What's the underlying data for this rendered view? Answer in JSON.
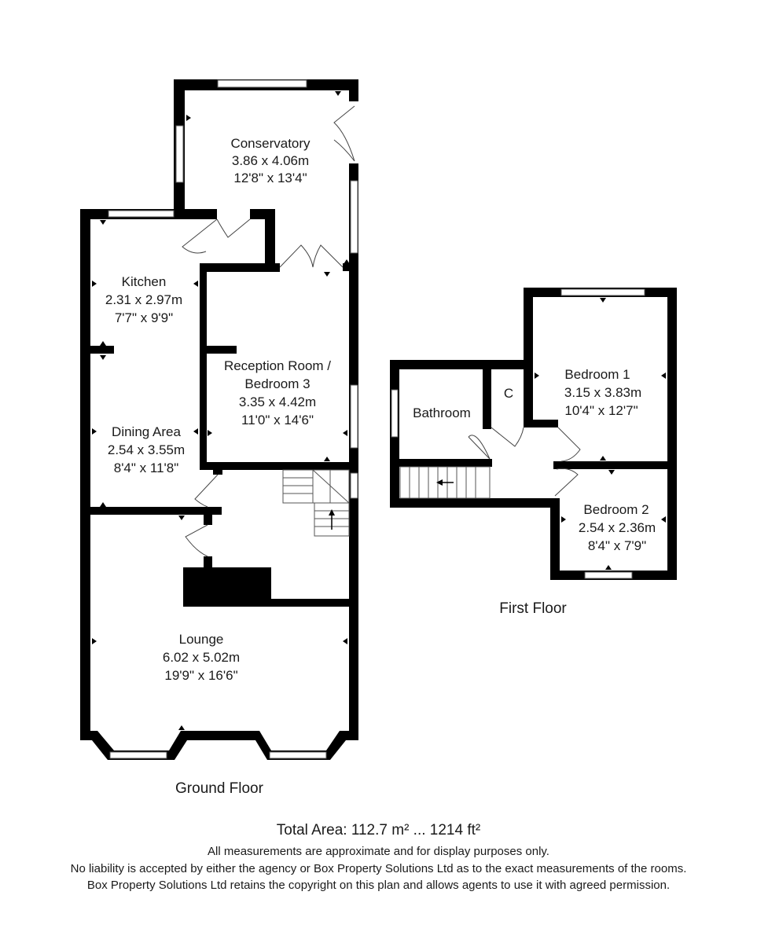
{
  "floors": {
    "ground": {
      "label": "Ground Floor",
      "rooms": {
        "conservatory": {
          "name": "Conservatory",
          "metric": "3.86 x 4.06m",
          "imperial": "12'8\" x 13'4\""
        },
        "kitchen": {
          "name": "Kitchen",
          "metric": "2.31 x 2.97m",
          "imperial": "7'7\" x 9'9\""
        },
        "reception": {
          "name1": "Reception Room /",
          "name2": "Bedroom 3",
          "metric": "3.35 x 4.42m",
          "imperial": "11'0\" x 14'6\""
        },
        "dining": {
          "name": "Dining Area",
          "metric": "2.54 x 3.55m",
          "imperial": "8'4\" x 11'8\""
        },
        "lounge": {
          "name": "Lounge",
          "metric": "6.02 x 5.02m",
          "imperial": "19'9\" x 16'6\""
        }
      }
    },
    "first": {
      "label": "First Floor",
      "rooms": {
        "bathroom": {
          "name": "Bathroom"
        },
        "cupboard": {
          "name": "C"
        },
        "bedroom1": {
          "name": "Bedroom 1",
          "metric": "3.15 x 3.83m",
          "imperial": "10'4\" x 12'7\""
        },
        "bedroom2": {
          "name": "Bedroom 2",
          "metric": "2.54 x 2.36m",
          "imperial": "8'4\" x 7'9\""
        }
      }
    }
  },
  "footer": {
    "total_area": "Total Area: 112.7 m² ... 1214 ft²",
    "note1": "All measurements are approximate and for display purposes only.",
    "note2": "No liability is accepted by either the agency or Box Property Solutions Ltd as to the exact measurements of the rooms.",
    "note3": "Box Property Solutions Ltd retains the copyright on this plan and allows agents to use it with agreed permission."
  }
}
